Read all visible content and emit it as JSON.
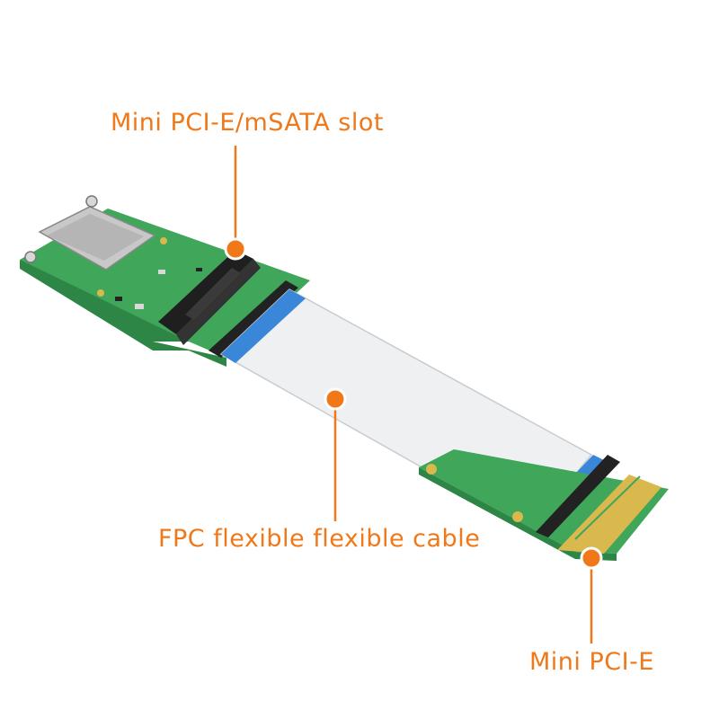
{
  "labels": {
    "slot": "Mini PCI-E/mSATA slot",
    "cable": "FPC flexible flexible cable",
    "edge": "Mini PCI-E"
  },
  "colors": {
    "accent": "#f07818",
    "pcb": "#3fa65a",
    "pcb_edge": "#2d8546",
    "cable": "#eef0f2",
    "cable_tab": "#3a86d8",
    "gold": "#d9b84e",
    "slot": "#1f1f1f"
  },
  "icons": [
    "callout-dot",
    "callout-line"
  ]
}
